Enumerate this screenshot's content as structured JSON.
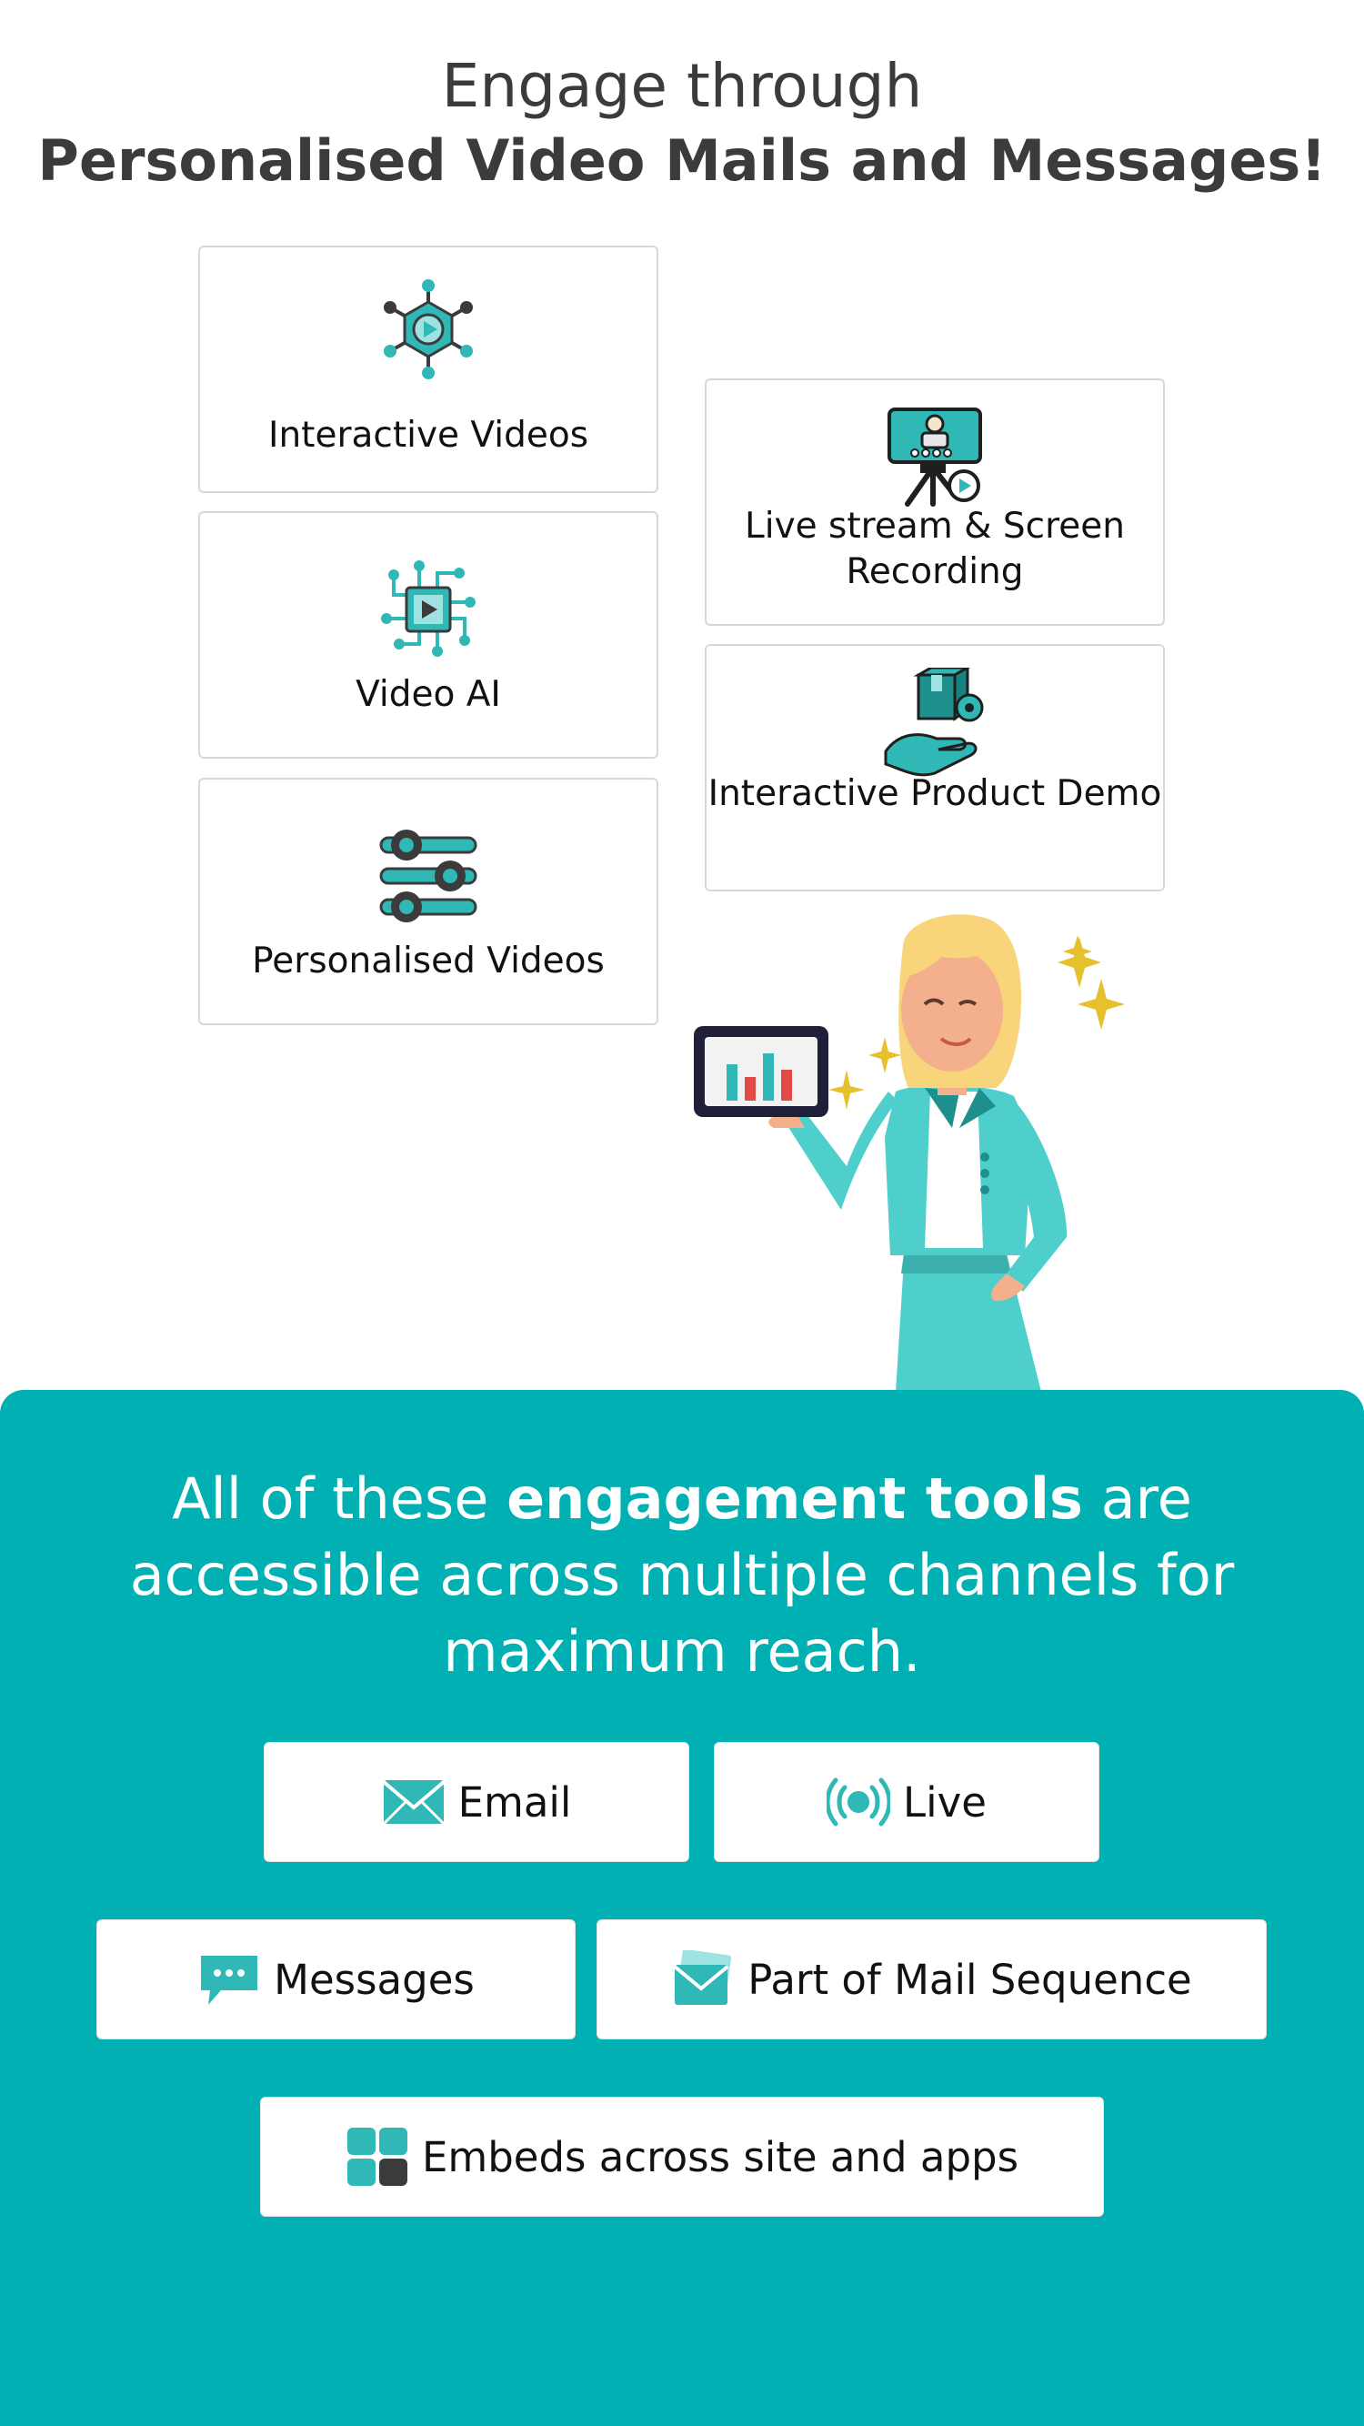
{
  "header": {
    "line1": "Engage through",
    "line2": "Personalised Video Mails and Messages!"
  },
  "features": [
    {
      "label": "Interactive Videos",
      "icon": "interactive-video-network-icon"
    },
    {
      "label": "Video AI",
      "icon": "video-ai-chip-icon"
    },
    {
      "label": "Personalised Videos",
      "icon": "settings-sliders-icon"
    },
    {
      "label": "Live stream & Screen Recording",
      "icon": "live-stream-camera-icon"
    },
    {
      "label": "Interactive Product Demo",
      "icon": "product-demo-hand-icon"
    }
  ],
  "channels_intro": {
    "part1": "All of these ",
    "bold": "engagement tools",
    "part2": " are accessible across multiple channels for maximum reach."
  },
  "channels": [
    {
      "label": "Email",
      "icon": "email-icon"
    },
    {
      "label": "Live",
      "icon": "live-broadcast-icon"
    },
    {
      "label": "Messages",
      "icon": "chat-bubble-icon"
    },
    {
      "label": "Part of Mail Sequence",
      "icon": "mail-sequence-icon"
    },
    {
      "label": "Embeds across site and apps",
      "icon": "app-grid-icon"
    }
  ],
  "colors": {
    "teal": "#00b0b2",
    "icon_teal": "#2fb8b6",
    "dark": "#3b3b3b"
  }
}
